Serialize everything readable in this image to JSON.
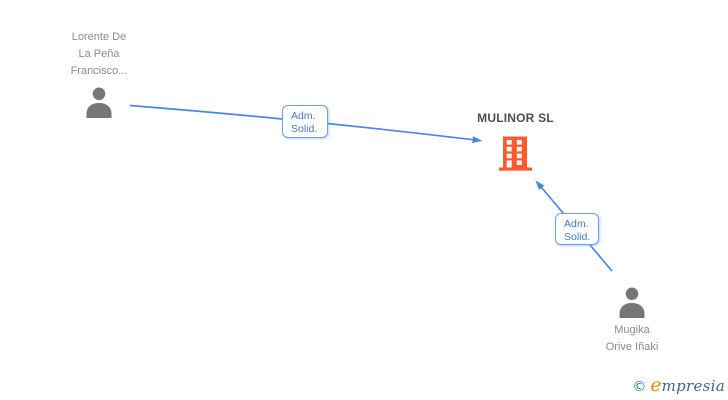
{
  "colors": {
    "edge_blue": "#4a86e8",
    "edge_label_text": "#4477cf",
    "edge_label_border": "#6f9fea",
    "person_gray": "#767676",
    "name_text_gray": "#8c8c8c",
    "company_text_gray": "#4f4f4f",
    "building_orange": "#ff5a2e",
    "logo_teal": "#2f7d8e",
    "logo_orange": "#f08120"
  },
  "nodes": {
    "person1": {
      "name_lines": [
        "Lorente De",
        "La Peña",
        "Francisco..."
      ]
    },
    "company": {
      "name": "MULINOR SL"
    },
    "person2": {
      "name_lines": [
        "Mugika",
        "Orive Iñaki"
      ]
    }
  },
  "edges": {
    "edge1": {
      "label_line1": "Adm.",
      "label_line2": "Solid."
    },
    "edge2": {
      "label_line1": "Adm.",
      "label_line2": "Solid."
    }
  },
  "watermark": {
    "copyright_symbol": "©",
    "brand_initial": "e",
    "brand_rest": "mpresia"
  }
}
